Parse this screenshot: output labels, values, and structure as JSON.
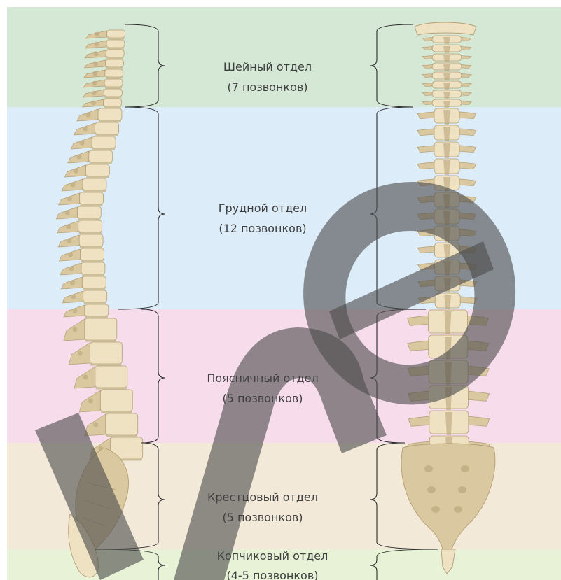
{
  "regions": [
    {
      "id": "cervical",
      "name": "Шейный отдел",
      "count": "(7 позвонков)",
      "color": "#d5e8d6"
    },
    {
      "id": "thoracic",
      "name": "Грудной отдел",
      "count": "(12 позвонков)",
      "color": "#dcedf9"
    },
    {
      "id": "lumbar",
      "name": "Поясничный отдел",
      "count": "(5 позвонков)",
      "color": "#f7dcec"
    },
    {
      "id": "sacral",
      "name": "Крестцовый отдел",
      "count": "(5 позвонков)",
      "color": "#f3e9d9"
    },
    {
      "id": "coccygeal",
      "name": "Копчиковый отдел",
      "count": "(4-5 позвонков)",
      "color": "#e7f2d6"
    }
  ],
  "watermark": {
    "color": "#4d4d4d",
    "opacity": 0.62
  },
  "bone_colors": {
    "light": "#efe2c2",
    "mid": "#d9c8a0",
    "dark": "#b59e74",
    "disc": "#cbbf9a"
  }
}
